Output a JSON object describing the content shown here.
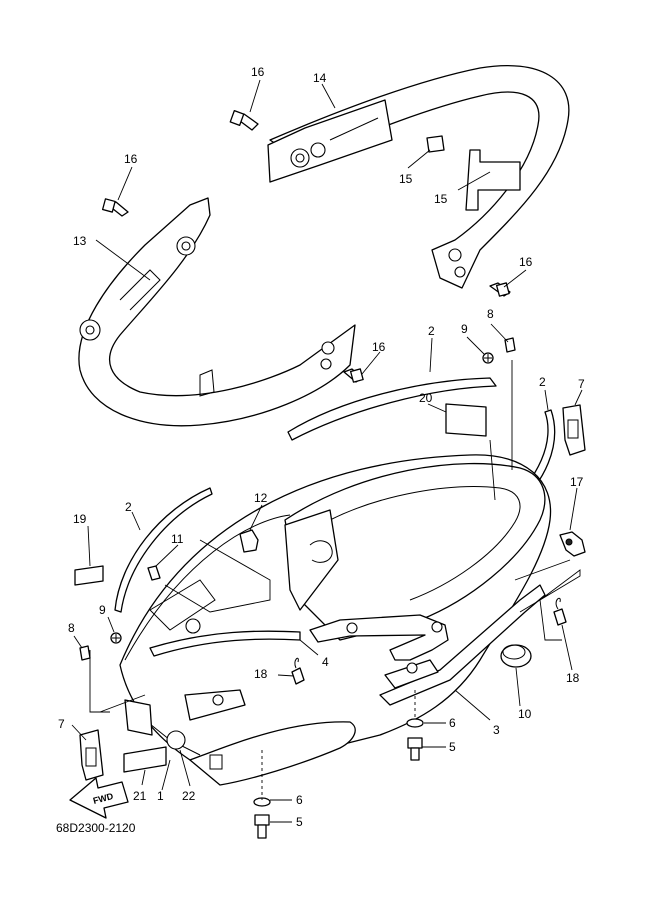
{
  "diagram": {
    "drawing_code": "68D2300-2120",
    "fwd_label": "FWD",
    "callouts": {
      "c16a": "16",
      "c14": "14",
      "c16b": "16",
      "c15a": "15",
      "c15b": "15",
      "c13": "13",
      "c16c": "16",
      "c16d": "16",
      "c2a": "2",
      "c9a": "9",
      "c8a": "8",
      "c2b": "2",
      "c7a": "7",
      "c20": "20",
      "c17": "17",
      "c12": "12",
      "c2c": "2",
      "c19": "19",
      "c11": "11",
      "c9b": "9",
      "c8b": "8",
      "c4": "4",
      "c18a": "18",
      "c18b": "18",
      "c10": "10",
      "c3": "3",
      "c6a": "6",
      "c5a": "5",
      "c7b": "7",
      "c21": "21",
      "c1": "1",
      "c22": "22",
      "c6b": "6",
      "c5b": "5"
    }
  }
}
